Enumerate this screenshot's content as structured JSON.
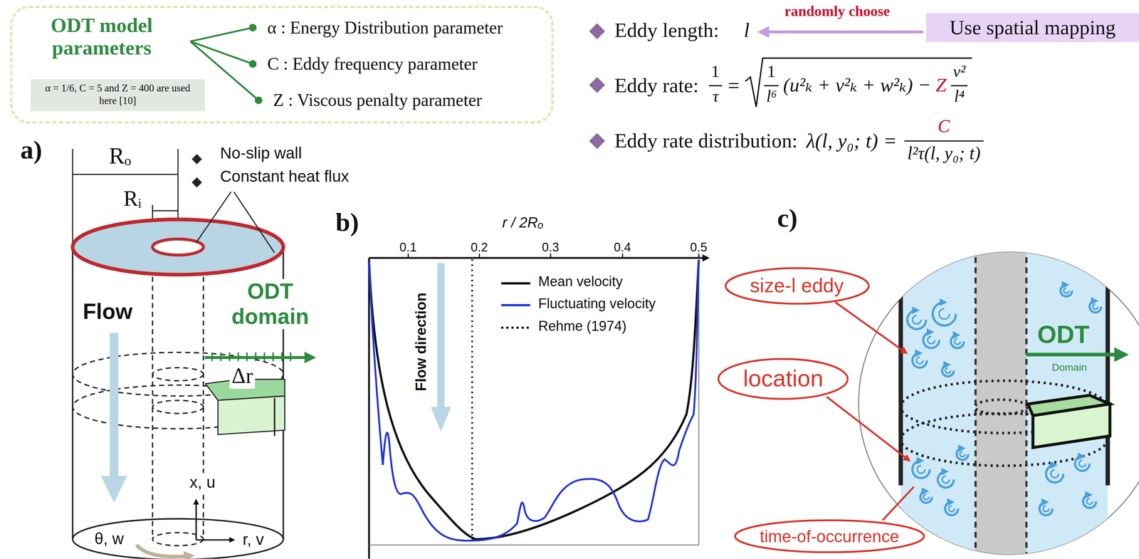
{
  "diagram": {
    "nodes": [
      {
        "text": [
          "ODT model parameters",
          "α : Energy Distribution parameter",
          "C : Eddy frequency parameter",
          "Z : Viscous penalty parameter"
        ]
      },
      {
        "text": [
          "α = 1/6, C = 5 and Z = 400 are used here [10]"
        ],
        "in": 0
      },
      {
        "text": [
          "Use spatial mapping"
        ]
      },
      {
        "text": [
          "size-l eddy"
        ]
      },
      {
        "text": [
          "location"
        ]
      },
      {
        "text": [
          "time-of-occurrence"
        ]
      }
    ],
    "labels": [
      "Eddy length:",
      "l",
      "randomly choose",
      "Eddy rate:",
      "1",
      "τ",
      "=",
      "1",
      "l⁶",
      "(u²ₖ + v²ₖ + w²ₖ) −",
      "Z",
      "ν²",
      "l⁴",
      "Eddy rate distribution:",
      "λ(l, y₀; t) =",
      "C",
      "l²τ(l, y₀; t)",
      "a)",
      "Rₒ",
      "Rᵢ",
      "No-slip wall",
      "Constant heat flux",
      "Flow",
      "ODT domain",
      "Δr",
      "x, u",
      "θ, w",
      "r, v",
      "b)",
      "r / 2Rₒ",
      "0.1",
      "0.2",
      "0.3",
      "0.4",
      "0.5",
      "Flow direction",
      "c)",
      "ODT",
      "Domain"
    ],
    "legend": [
      {
        "text": "Mean velocity"
      },
      {
        "text": "Fluctuating velocity"
      },
      {
        "text": "Rehme (1974)"
      }
    ]
  }
}
